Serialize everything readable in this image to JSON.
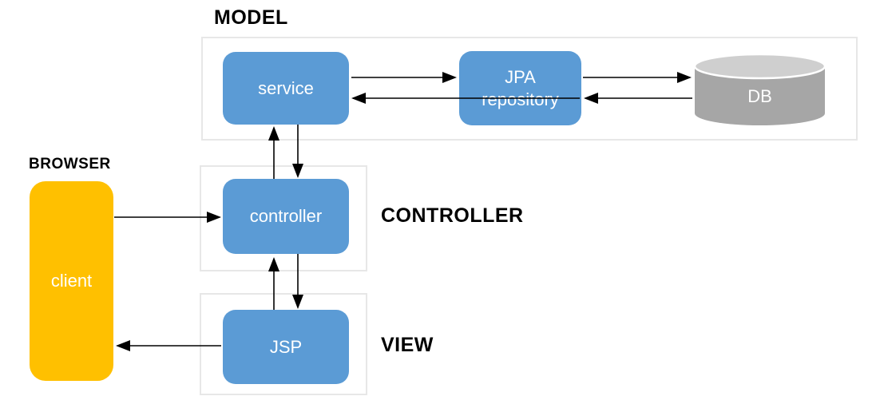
{
  "sections": {
    "model": {
      "label": "MODEL"
    },
    "browser": {
      "label": "BROWSER"
    },
    "controller": {
      "label": "CONTROLLER"
    },
    "view": {
      "label": "VIEW"
    }
  },
  "nodes": {
    "service": {
      "label": "service"
    },
    "jpa_repository": {
      "label": "JPA repository"
    },
    "db": {
      "label": "DB"
    },
    "controller": {
      "label": "controller"
    },
    "jsp": {
      "label": "JSP"
    },
    "client": {
      "label": "client"
    }
  },
  "connections": [
    {
      "from": "client",
      "to": "controller"
    },
    {
      "from": "controller",
      "to": "service"
    },
    {
      "from": "service",
      "to": "controller"
    },
    {
      "from": "service",
      "to": "jpa_repository"
    },
    {
      "from": "jpa_repository",
      "to": "service"
    },
    {
      "from": "jpa_repository",
      "to": "db"
    },
    {
      "from": "db",
      "to": "jpa_repository"
    },
    {
      "from": "jsp",
      "to": "controller"
    },
    {
      "from": "controller",
      "to": "jsp"
    },
    {
      "from": "jsp",
      "to": "client"
    }
  ],
  "colors": {
    "node_blue": "#5b9bd5",
    "client_orange": "#ffc000",
    "db_body_gray": "#a6a6a6",
    "db_top_gray": "#cfcfcf",
    "container_border": "#e7e7e7",
    "arrow_black": "#000000",
    "label_text": "#000000",
    "node_text": "#ffffff"
  }
}
